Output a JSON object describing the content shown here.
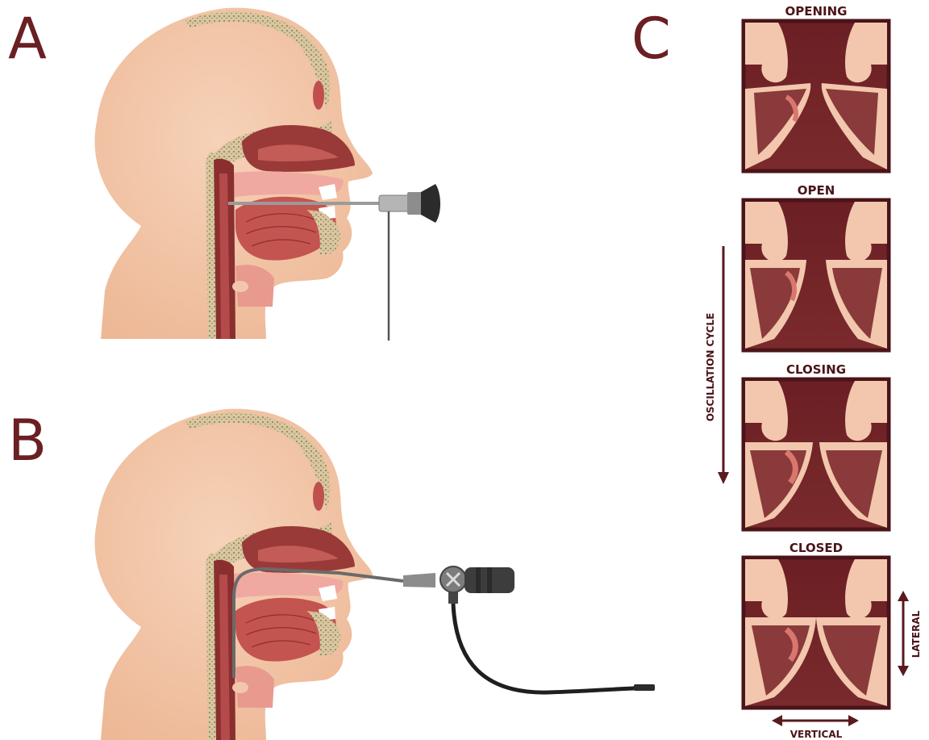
{
  "panels": {
    "a": "A",
    "b": "B",
    "c": "C"
  },
  "frames": [
    {
      "title": "OPENING"
    },
    {
      "title": "OPEN"
    },
    {
      "title": "CLOSING"
    },
    {
      "title": "CLOSED"
    }
  ],
  "labels": {
    "oscillation_cycle": "OSCILLATION CYCLE",
    "lateral": "LATERAL",
    "vertical": "VERTICAL"
  },
  "colors": {
    "skin": "#f3c6a8",
    "skin_dark": "#e9b08d",
    "bone": "#d8c79f",
    "muscle_dark": "#8a2f2f",
    "muscle": "#b54a4a",
    "muscle_light": "#e89a8f",
    "frame_border": "#4a1418",
    "frame_dark": "#6b1f24",
    "fold_light": "#f2c7ad",
    "pink": "#d9776f",
    "scope_metal": "#9a9a9a",
    "scope_dark": "#2b2b2b",
    "accent": "#6a1f23"
  },
  "icons": {
    "rigid_endoscope": "rigid-endoscope-icon",
    "flexible_endoscope": "flexible-endoscope-icon"
  }
}
